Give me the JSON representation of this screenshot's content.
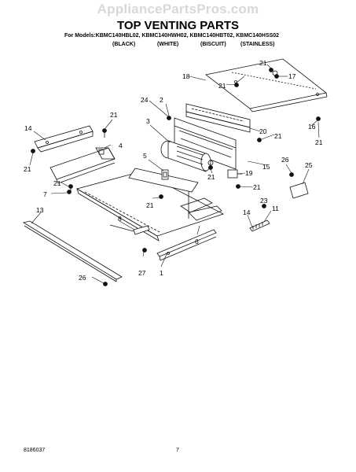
{
  "watermark": "AppliancePartsPros.com",
  "title": "TOP VENTING PARTS",
  "models_line": "For Models:KBMC140HBL02, KBMC140HWH02, KBMC140HBT02, KBMC140HSS02",
  "finishes": [
    "(BLACK)",
    "(WHITE)",
    "(BISCUIT)",
    "(STAINLESS)"
  ],
  "callouts": {
    "c1": "1",
    "c2": "2",
    "c3": "3",
    "c4": "4",
    "c5": "5",
    "c6": "6",
    "c7": "7",
    "c8": "8",
    "c11": "11",
    "c13": "13",
    "c14a": "14",
    "c14b": "14",
    "c15": "15",
    "c16": "16",
    "c17": "17",
    "c18": "18",
    "c19": "19",
    "c20": "20",
    "c21a": "21",
    "c21b": "21",
    "c21c": "21",
    "c21d": "21",
    "c21e": "21",
    "c21f": "21",
    "c21g": "21",
    "c21h": "21",
    "c21i": "21",
    "c23": "23",
    "c24": "24",
    "c25": "25",
    "c26a": "26",
    "c26b": "26",
    "c27": "27"
  },
  "footer": {
    "doc_number": "8186037",
    "page": "7"
  }
}
